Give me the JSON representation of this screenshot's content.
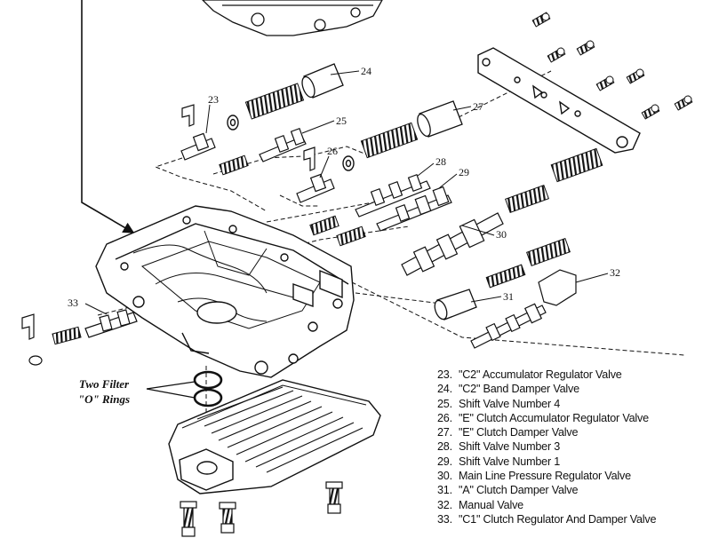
{
  "diagram": {
    "callouts": [
      "23",
      "24",
      "25",
      "26",
      "27",
      "28",
      "29",
      "30",
      "31",
      "32",
      "33"
    ],
    "filter_note": {
      "line1": "Two Filter",
      "line2": "\"O\" Rings"
    },
    "legend": [
      {
        "num": "23.",
        "text": "\"C2\" Accumulator Regulator Valve"
      },
      {
        "num": "24.",
        "text": "\"C2\" Band Damper Valve"
      },
      {
        "num": "25.",
        "text": "Shift Valve Number 4"
      },
      {
        "num": "26.",
        "text": "\"E\" Clutch Accumulator Regulator Valve"
      },
      {
        "num": "27.",
        "text": "\"E\" Clutch Damper Valve"
      },
      {
        "num": "28.",
        "text": "Shift Valve Number 3"
      },
      {
        "num": "29.",
        "text": "Shift Valve Number 1"
      },
      {
        "num": "30.",
        "text": "Main Line Pressure Regulator Valve"
      },
      {
        "num": "31.",
        "text": "\"A\" Clutch Damper Valve"
      },
      {
        "num": "32.",
        "text": "Manual Valve"
      },
      {
        "num": "33.",
        "text": "\"C1\" Clutch Regulator And Damper Valve"
      }
    ]
  }
}
